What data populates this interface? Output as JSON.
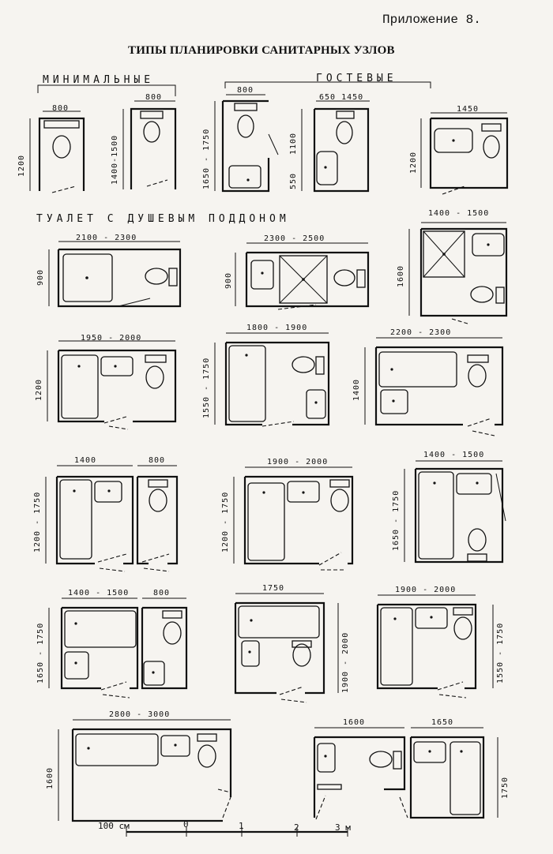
{
  "header": {
    "appendix": "Приложение 8.",
    "title": "ТИПЫ ПЛАНИРОВКИ САНИТАРНЫХ УЗЛОВ"
  },
  "sections": {
    "minimal": "МИНИМАЛЬНЫЕ",
    "guest": "ГОСТЕВЫЕ",
    "shower": "ТУАЛЕТ С ДУШЕВЫМ ПОДДОНОМ"
  },
  "dims": {
    "p1_w": "800",
    "p1_h": "1200",
    "p2_w": "800",
    "p2_h": "1400-1500",
    "p3_w": "800",
    "p3_h": "1650 - 1750",
    "p4_w": "650 1450",
    "p4_h1": "1100",
    "p4_h2": "550",
    "p5_w": "1450",
    "p5_h": "1200",
    "p6_w": "1400 - 1500",
    "p6_h": "1600",
    "p7_w": "2100 - 2300",
    "p7_h": "900",
    "p8_w": "2300 - 2500",
    "p8_h": "900",
    "p9_w": "1950 - 2000",
    "p9_h": "1200",
    "p10_w": "1800 - 1900",
    "p10_h": "1550 - 1750",
    "p11_w": "2200 - 2300",
    "p11_h": "1400",
    "p12_w1": "1400",
    "p12_w2": "800",
    "p12_h": "1200 - 1750",
    "p13_w": "1900 - 2000",
    "p13_h": "1200 - 1750",
    "p14_w": "1400 - 1500",
    "p14_h": "1650 - 1750",
    "p15_w1": "1400 - 1500",
    "p15_w2": "800",
    "p15_h": "1650 - 1750",
    "p16_w": "1750",
    "p16_h": "1900 - 2000",
    "p17_w": "1900 - 2000",
    "p17_h": "1550 - 1750",
    "p18_w": "2800 - 3000",
    "p18_h": "1600",
    "p19_w1": "1600",
    "p19_w2": "1650",
    "p19_h": "1750"
  },
  "scale": {
    "unit_left": "100 см",
    "t0": "0",
    "t1": "1",
    "t2": "2",
    "unit_right": "3 м"
  }
}
